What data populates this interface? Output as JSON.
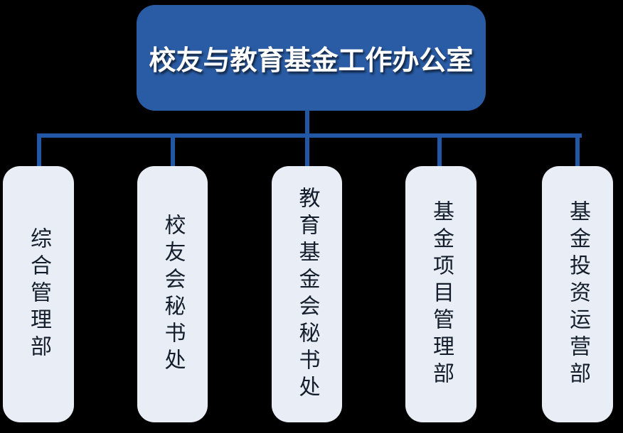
{
  "colors": {
    "background": "#000000",
    "root_fill": "#2A5CA5",
    "root_text": "#FFFFFF",
    "connector": "#2157A5",
    "dept_fill": "#E9EEF6",
    "dept_text": "#141D2B"
  },
  "org_chart": {
    "type": "organization-chart",
    "root": {
      "label": "校友与教育基金工作办公室"
    },
    "departments": [
      {
        "label": "综合管理部"
      },
      {
        "label": "校友会秘书处"
      },
      {
        "label": "教育基金会秘书处"
      },
      {
        "label": "基金项目管理部"
      },
      {
        "label": "基金投资运营部"
      }
    ]
  }
}
